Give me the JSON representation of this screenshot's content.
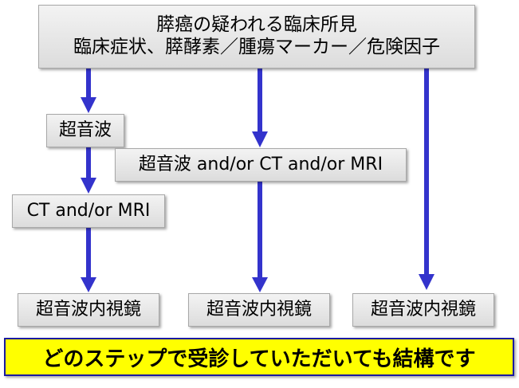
{
  "diagram": {
    "top_box": {
      "line1": "膵癌の疑われる臨床所見",
      "line2": "臨床症状、膵酵素／腫瘍マーカー／危険因子"
    },
    "ultrasound_box": "超音波",
    "middle_box": "超音波 and/or CT and/or MRI",
    "ct_box": "CT and/or MRI",
    "eus_boxes": [
      "超音波内視鏡",
      "超音波内視鏡",
      "超音波内視鏡"
    ],
    "bottom_banner": "どのステップで受診していただいても結構です",
    "colors": {
      "arrow": "#3333cc",
      "banner_background": "#ffff00",
      "banner_border": "#1a1aa0",
      "box_fill": "#e6e6e6"
    }
  }
}
